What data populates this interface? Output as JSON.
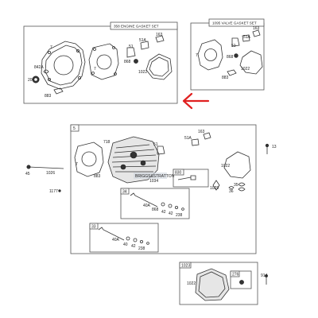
{
  "kits": {
    "engine_gasket_set": "358 ENGINE GASKET SET",
    "valve_gasket_set": "1095 VALVE GASKET SET",
    "main_assembly": "5",
    "sub_34": "34",
    "sub_33": "33",
    "sub_830": "830",
    "sub_1023": "1023",
    "sub_276": "276"
  },
  "labels": {
    "p7": "7",
    "p842A": "842A",
    "p20": "20",
    "p883": "883",
    "p51": "51",
    "p51A": "51A",
    "p163": "163",
    "p868": "868",
    "p1022": "1022",
    "p718": "718",
    "p1026": "1026",
    "p45": "45",
    "p1177": "1177",
    "p1034": "1034",
    "p1029": "1029",
    "p13": "13",
    "p35": "35",
    "p36": "36",
    "p40A": "40A",
    "p40": "40",
    "p42": "42",
    "p238": "238",
    "p914": "914"
  },
  "watermark": "BRIGGS&STRATTON",
  "colors": {
    "arrow": "#e02020",
    "line": "#333333"
  }
}
